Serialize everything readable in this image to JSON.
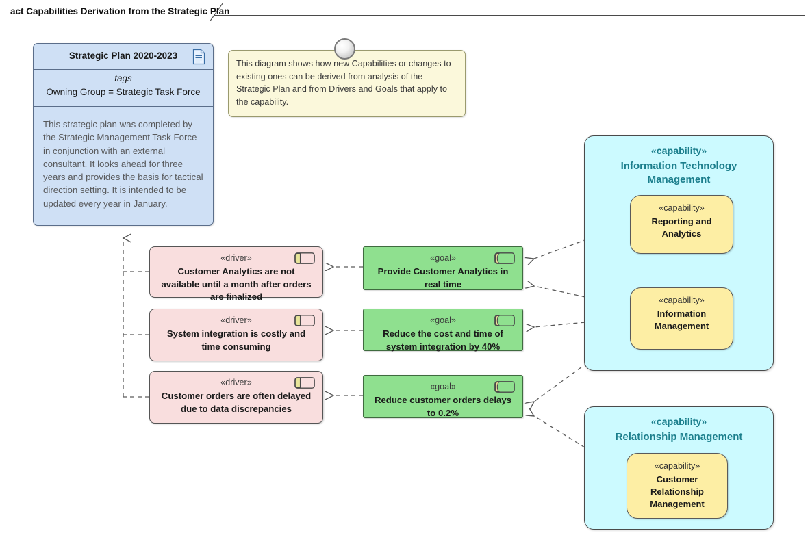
{
  "diagram": {
    "title": "act Capabilities Derivation from the Strategic Plan",
    "title_prefix": "act"
  },
  "strategic_plan": {
    "title": "Strategic Plan 2020-2023",
    "icon": "document-icon",
    "tags_label": "tags",
    "tags_value": "Owning Group = Strategic Task Force",
    "body": "This strategic plan was completed by the Strategic Management Task Force in conjunction with an external consultant. It looks ahead for three years and provides the basis for tactical direction setting. It is intended to be updated every year in January.",
    "fill": "#cfe0f5",
    "border": "#5b6e8a"
  },
  "note": {
    "text": "This diagram shows how new Capabilities or changes to existing ones can be derived from analysis of the Strategic Plan and from Drivers and Goals that apply to the capability.",
    "fill": "#fbf8db",
    "border": "#9a9a6e",
    "anchor": "note-anchor-circle"
  },
  "drivers": [
    {
      "stereotype": "«driver»",
      "name": "Customer Analytics are not available until a month after orders are finalized",
      "icon": "driver-motivation-icon"
    },
    {
      "stereotype": "«driver»",
      "name": "System integration is costly and time consuming",
      "icon": "driver-motivation-icon"
    },
    {
      "stereotype": "«driver»",
      "name": "Customer orders are often delayed due to data discrepancies",
      "icon": "driver-motivation-icon"
    }
  ],
  "goals": [
    {
      "stereotype": "«goal»",
      "name": "Provide Customer Analytics in real time",
      "icon": "goal-motivation-icon"
    },
    {
      "stereotype": "«goal»",
      "name": "Reduce the cost and time of system integration by 40%",
      "icon": "goal-motivation-icon"
    },
    {
      "stereotype": "«goal»",
      "name": "Reduce customer orders delays to 0.2%",
      "icon": "goal-motivation-icon"
    }
  ],
  "capabilities": [
    {
      "stereotype": "«capability»",
      "name": "Information Technology Management",
      "children": [
        {
          "stereotype": "«capability»",
          "name": "Reporting and Analytics"
        },
        {
          "stereotype": "«capability»",
          "name": "Information Management"
        }
      ]
    },
    {
      "stereotype": "«capability»",
      "name": "Relationship Management",
      "children": [
        {
          "stereotype": "«capability»",
          "name": "Customer Relationship Management"
        }
      ]
    }
  ],
  "colors": {
    "driver_fill": "#f9dede",
    "goal_fill": "#8fe08f",
    "capability_fill": "#ccfaff",
    "capability_child_fill": "#fdeea4",
    "capability_text": "#1b7e8c",
    "connector": "#5a5a5a"
  },
  "connectors": {
    "style": "dashed-open-arrow",
    "label": "realization/influence"
  }
}
